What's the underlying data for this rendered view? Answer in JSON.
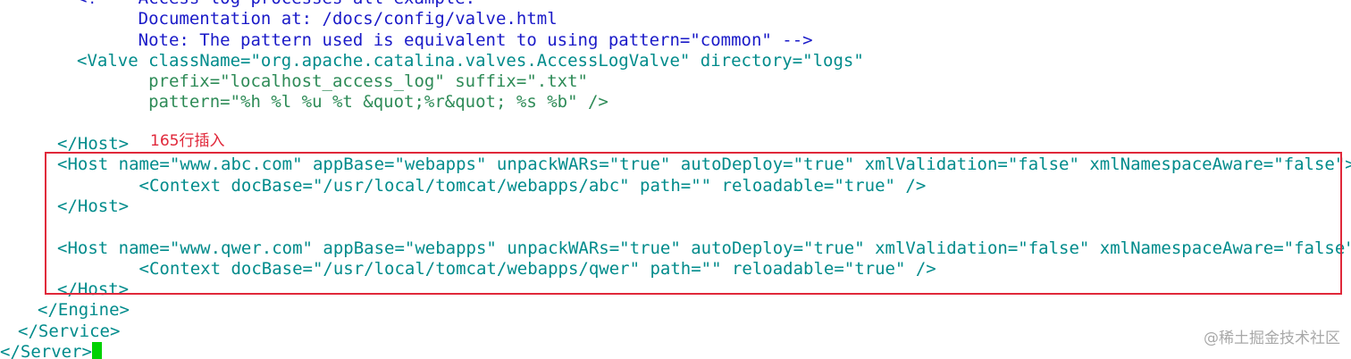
{
  "code_lines": [
    "<!--  Access log processes all example.",
    "      Documentation at: /docs/config/valve.html",
    "      Note: The pattern used is equivalent to using pattern=\"common\" -->",
    "<Valve className=\"org.apache.catalina.valves.AccessLogValve\" directory=\"logs\"",
    "       prefix=\"localhost_access_log\" suffix=\".txt\"",
    "       pattern=\"%h %l %u %t &quot;%r&quot; %s %b\" />",
    "",
    "</Host>",
    "<Host name=\"www.abc.com\" appBase=\"webapps\" unpackWARs=\"true\" autoDeploy=\"true\" xmlValidation=\"false\" xmlNamespaceAware=\"false\">",
    "        <Context docBase=\"/usr/local/tomcat/webapps/abc\" path=\"\" reloadable=\"true\" />",
    "</Host>",
    "",
    "<Host name=\"www.qwer.com\" appBase=\"webapps\" unpackWARs=\"true\" autoDeploy=\"true\" xmlValidation=\"false\" xmlNamespaceAware=\"false\">",
    "        <Context docBase=\"/usr/local/tomcat/webapps/qwer\" path=\"\" reloadable=\"true\" />",
    "</Host>",
    "</Engine>",
    "</Service>",
    "</Server>"
  ],
  "annotation": {
    "text": "165行插入",
    "color": "#e0283a"
  },
  "watermark": "@稀土掘金技术社区",
  "colors": {
    "comment": "#1a1ac8",
    "tag": "#008b8b",
    "attribute": "#2e8b57",
    "value": "#b8860b",
    "cursor": "#00d200"
  }
}
